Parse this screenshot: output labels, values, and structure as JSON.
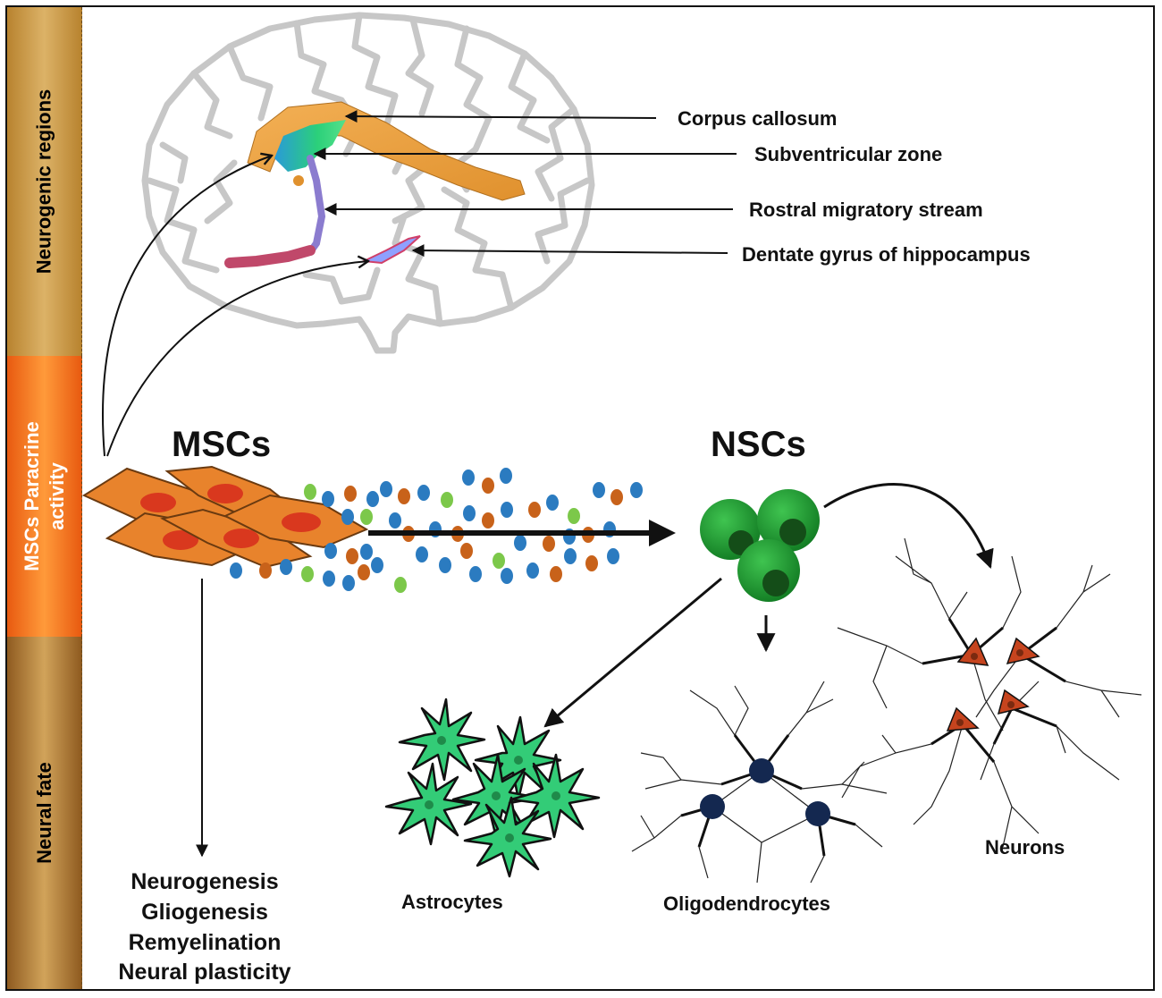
{
  "sidebar": {
    "band_1": "Neurogenic regions",
    "band_2_line1": "MSCs Paracrine",
    "band_2_line2": "activity",
    "band_3": "Neural fate"
  },
  "brain_labels": {
    "corpus_callosum": "Corpus callosum",
    "subventricular_zone": "Subventricular zone",
    "rostral_migratory_stream": "Rostral migratory stream",
    "dentate_gyrus": "Dentate gyrus of hippocampus"
  },
  "cells": {
    "mscs": "MSCs",
    "nscs": "NSCs"
  },
  "effects": [
    "Neurogenesis",
    "Gliogenesis",
    "Remyelination",
    "Neural plasticity"
  ],
  "fates": {
    "astrocytes": "Astrocytes",
    "oligodendrocytes": "Oligodendrocytes",
    "neurons": "Neurons"
  },
  "colors": {
    "msc_fill": "#e8832c",
    "msc_nucleus": "#d9381e",
    "nsc_fill": "#1f9a32",
    "nsc_nucleus": "#144d18",
    "astrocyte": "#33cc77",
    "oligodendrocyte_nucleus": "#142850",
    "neuron_soma": "#c6441e",
    "factor_blue": "#2b7bc0",
    "factor_orange": "#c8621a",
    "factor_green": "#7cc84a",
    "corpus_callosum": "#f0a342",
    "svz": "#2bd07a",
    "rms": "#8b7ccf",
    "rms_tail": "#c0486a"
  }
}
